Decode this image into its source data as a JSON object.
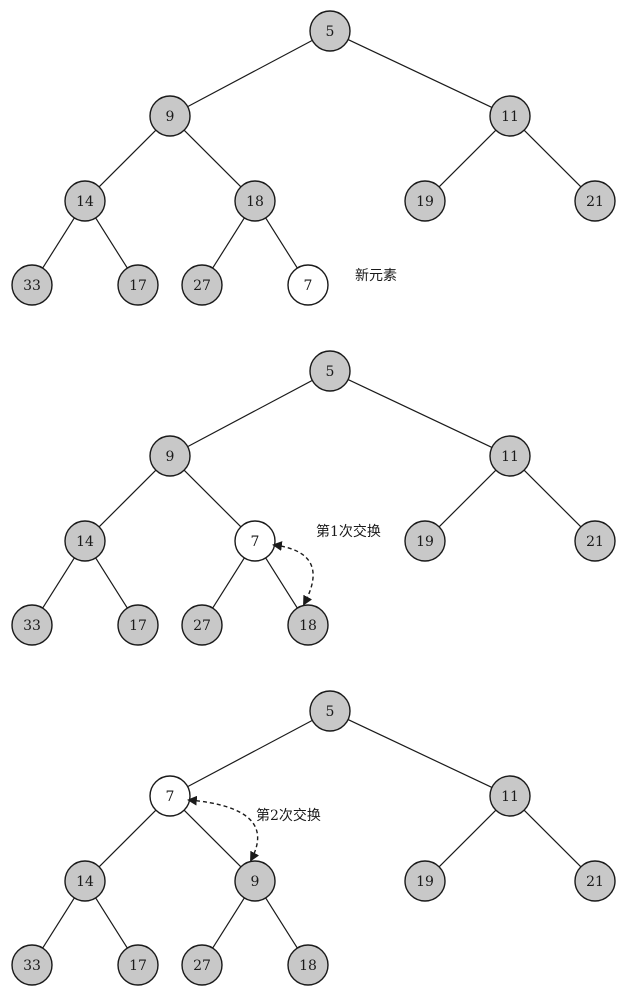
{
  "colors": {
    "node_fill": "#c8c8c8",
    "highlight_fill": "#ffffff",
    "stroke": "#1a1a1a"
  },
  "panels": [
    {
      "id": "step-0",
      "note": "新元素",
      "nodes": [
        {
          "id": "a",
          "label": "5",
          "highlight": false
        },
        {
          "id": "b",
          "label": "9",
          "highlight": false
        },
        {
          "id": "c",
          "label": "11",
          "highlight": false
        },
        {
          "id": "d",
          "label": "14",
          "highlight": false
        },
        {
          "id": "e",
          "label": "18",
          "highlight": false
        },
        {
          "id": "f",
          "label": "19",
          "highlight": false
        },
        {
          "id": "g",
          "label": "21",
          "highlight": false
        },
        {
          "id": "h",
          "label": "33",
          "highlight": false
        },
        {
          "id": "i",
          "label": "17",
          "highlight": false
        },
        {
          "id": "j",
          "label": "27",
          "highlight": false
        },
        {
          "id": "k",
          "label": "7",
          "highlight": true
        }
      ],
      "edges": [
        [
          "a",
          "b"
        ],
        [
          "a",
          "c"
        ],
        [
          "b",
          "d"
        ],
        [
          "b",
          "e"
        ],
        [
          "c",
          "f"
        ],
        [
          "c",
          "g"
        ],
        [
          "d",
          "h"
        ],
        [
          "d",
          "i"
        ],
        [
          "e",
          "j"
        ],
        [
          "e",
          "k"
        ]
      ],
      "swap": null
    },
    {
      "id": "step-1",
      "note": "第1次交换",
      "nodes": [
        {
          "id": "a",
          "label": "5",
          "highlight": false
        },
        {
          "id": "b",
          "label": "9",
          "highlight": false
        },
        {
          "id": "c",
          "label": "11",
          "highlight": false
        },
        {
          "id": "d",
          "label": "14",
          "highlight": false
        },
        {
          "id": "e",
          "label": "7",
          "highlight": true
        },
        {
          "id": "f",
          "label": "19",
          "highlight": false
        },
        {
          "id": "g",
          "label": "21",
          "highlight": false
        },
        {
          "id": "h",
          "label": "33",
          "highlight": false
        },
        {
          "id": "i",
          "label": "17",
          "highlight": false
        },
        {
          "id": "j",
          "label": "27",
          "highlight": false
        },
        {
          "id": "k",
          "label": "18",
          "highlight": false
        }
      ],
      "edges": [
        [
          "a",
          "b"
        ],
        [
          "a",
          "c"
        ],
        [
          "b",
          "d"
        ],
        [
          "b",
          "e"
        ],
        [
          "c",
          "f"
        ],
        [
          "c",
          "g"
        ],
        [
          "d",
          "h"
        ],
        [
          "d",
          "i"
        ],
        [
          "e",
          "j"
        ],
        [
          "e",
          "k"
        ]
      ],
      "swap": [
        "e",
        "k"
      ]
    },
    {
      "id": "step-2",
      "note": "第2次交换",
      "nodes": [
        {
          "id": "a",
          "label": "5",
          "highlight": false
        },
        {
          "id": "b",
          "label": "7",
          "highlight": true
        },
        {
          "id": "c",
          "label": "11",
          "highlight": false
        },
        {
          "id": "d",
          "label": "14",
          "highlight": false
        },
        {
          "id": "e",
          "label": "9",
          "highlight": false
        },
        {
          "id": "f",
          "label": "19",
          "highlight": false
        },
        {
          "id": "g",
          "label": "21",
          "highlight": false
        },
        {
          "id": "h",
          "label": "33",
          "highlight": false
        },
        {
          "id": "i",
          "label": "17",
          "highlight": false
        },
        {
          "id": "j",
          "label": "27",
          "highlight": false
        },
        {
          "id": "k",
          "label": "18",
          "highlight": false
        }
      ],
      "edges": [
        [
          "a",
          "b"
        ],
        [
          "a",
          "c"
        ],
        [
          "b",
          "d"
        ],
        [
          "b",
          "e"
        ],
        [
          "c",
          "f"
        ],
        [
          "c",
          "g"
        ],
        [
          "d",
          "h"
        ],
        [
          "d",
          "i"
        ],
        [
          "e",
          "j"
        ],
        [
          "e",
          "k"
        ]
      ],
      "swap": [
        "b",
        "e"
      ]
    }
  ]
}
